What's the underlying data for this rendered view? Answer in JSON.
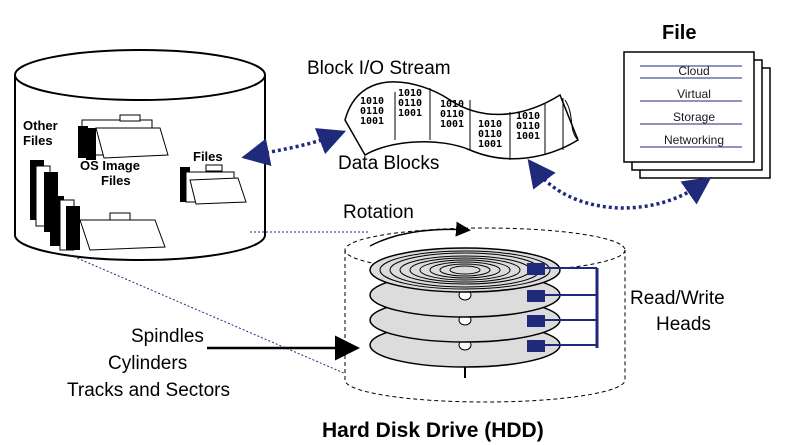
{
  "colors": {
    "arrow": "#1f2a7a",
    "line": "#000000",
    "platter": "#dcdcdc"
  },
  "labels": {
    "block_io": "Block I/O Stream",
    "data_blocks": "Data Blocks",
    "file": "File",
    "rotation": "Rotation",
    "read_write": "Read/Write",
    "heads": "Heads",
    "spindles": "Spindles",
    "cylinders": "Cylinders",
    "tracks": "Tracks and Sectors",
    "hdd": "Hard Disk Drive (HDD)",
    "other": "Other",
    "files_a": "Files",
    "os_image": "OS Image",
    "files_b": "Files",
    "files_c": "Files"
  },
  "file_lines": [
    "Cloud",
    "Virtual",
    "Storage",
    "Networking"
  ],
  "bit_groups": [
    [
      "1010",
      "0110",
      "1001"
    ],
    [
      "1010",
      "0110",
      "1001"
    ],
    [
      "1010",
      "0110",
      "1001"
    ],
    [
      "1010",
      "0110",
      "1001"
    ],
    [
      "1010",
      "0110",
      "1001"
    ]
  ]
}
